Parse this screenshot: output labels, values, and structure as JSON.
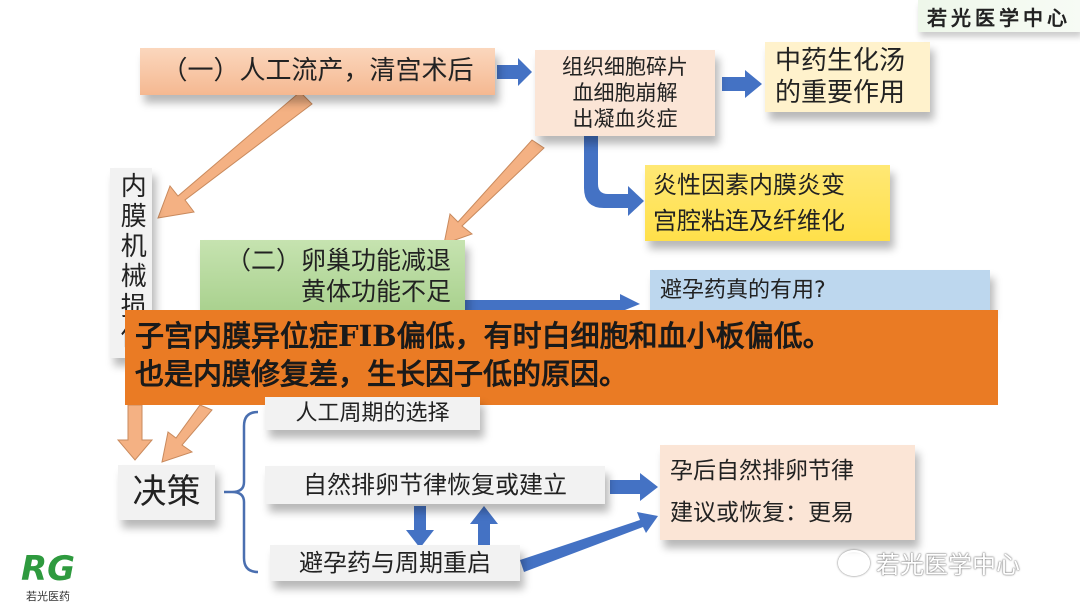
{
  "header_tag": "若光医学中心",
  "box_abortion": "（一）人工流产，清宫术后",
  "box_debris": [
    "组织细胞碎片",
    "血细胞崩解",
    "出凝血炎症"
  ],
  "box_tcm": [
    "中药生化汤",
    "的重要作用"
  ],
  "box_inflammation": [
    "炎性因素内膜炎变",
    "宫腔粘连及纤维化"
  ],
  "box_vertical": "内膜机械损伤",
  "box_ovary": [
    "（二）卵巢功能减退",
    "黄体功能不足"
  ],
  "box_question": "避孕药真的有用?",
  "banner": [
    "子宫内膜异位症FIB偏低，有时白细胞和血小板偏低。",
    "也是内膜修复差，生长因子低的原因。"
  ],
  "box_artificial_cycle": "人工周期的选择",
  "box_decision": "决策",
  "box_natural": "自然排卵节律恢复或建立",
  "box_result": [
    "孕后自然排卵节律",
    "建议或恢复：更易"
  ],
  "box_restart": "避孕药与周期重启",
  "logo_text": "若光医药",
  "logo_mark": "RG",
  "watermark": "若光医学中心",
  "colors": {
    "blue_arrow": "#4472c4",
    "orange_arrow": "#f4b183",
    "banner": "#ea7b24"
  }
}
